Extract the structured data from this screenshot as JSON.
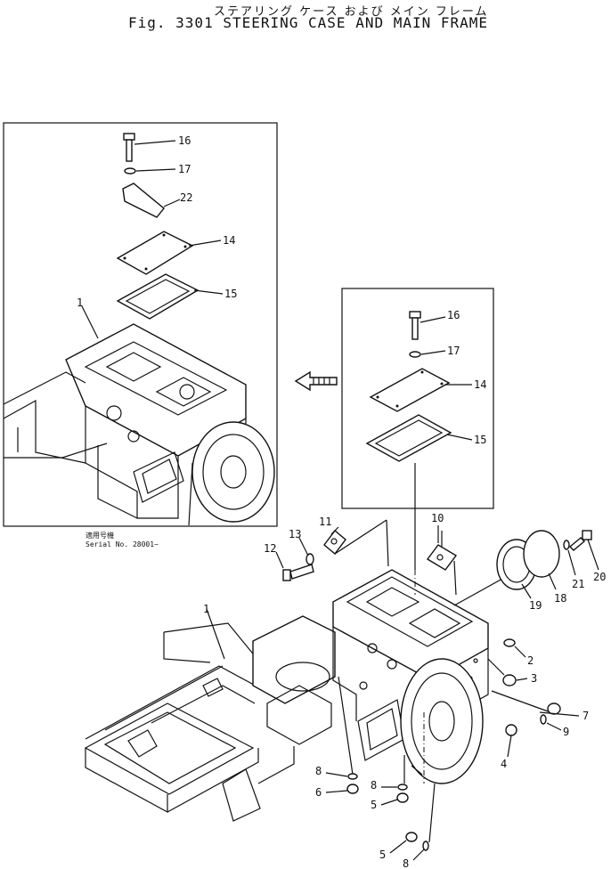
{
  "header": {
    "title_jp": "ステアリング ケース および メイン フレーム",
    "title": "Fig. 3301   STEERING CASE AND MAIN FRAME"
  },
  "inset_note": {
    "line1": "適用号機",
    "line2": "Serial No. 28001~"
  },
  "labels": [
    {
      "id": "l16a",
      "text": "16"
    },
    {
      "id": "l17a",
      "text": "17"
    },
    {
      "id": "l22",
      "text": "22"
    },
    {
      "id": "l14a",
      "text": "14"
    },
    {
      "id": "l15a",
      "text": "15"
    },
    {
      "id": "l1a",
      "text": "1"
    },
    {
      "id": "l16b",
      "text": "16"
    },
    {
      "id": "l17b",
      "text": "17"
    },
    {
      "id": "l14b",
      "text": "14"
    },
    {
      "id": "l15b",
      "text": "15"
    },
    {
      "id": "l12",
      "text": "12"
    },
    {
      "id": "l13",
      "text": "13"
    },
    {
      "id": "l11",
      "text": "11"
    },
    {
      "id": "l10",
      "text": "10"
    },
    {
      "id": "l1b",
      "text": "1"
    },
    {
      "id": "l19",
      "text": "19"
    },
    {
      "id": "l18",
      "text": "18"
    },
    {
      "id": "l21",
      "text": "21"
    },
    {
      "id": "l20",
      "text": "20"
    },
    {
      "id": "l2",
      "text": "2"
    },
    {
      "id": "l3",
      "text": "3"
    },
    {
      "id": "l7",
      "text": "7"
    },
    {
      "id": "l9",
      "text": "9"
    },
    {
      "id": "l4",
      "text": "4"
    },
    {
      "id": "l8a",
      "text": "8"
    },
    {
      "id": "l6",
      "text": "6"
    },
    {
      "id": "l8b",
      "text": "8"
    },
    {
      "id": "l5a",
      "text": "5"
    },
    {
      "id": "l5b",
      "text": "5"
    },
    {
      "id": "l8c",
      "text": "8"
    }
  ]
}
